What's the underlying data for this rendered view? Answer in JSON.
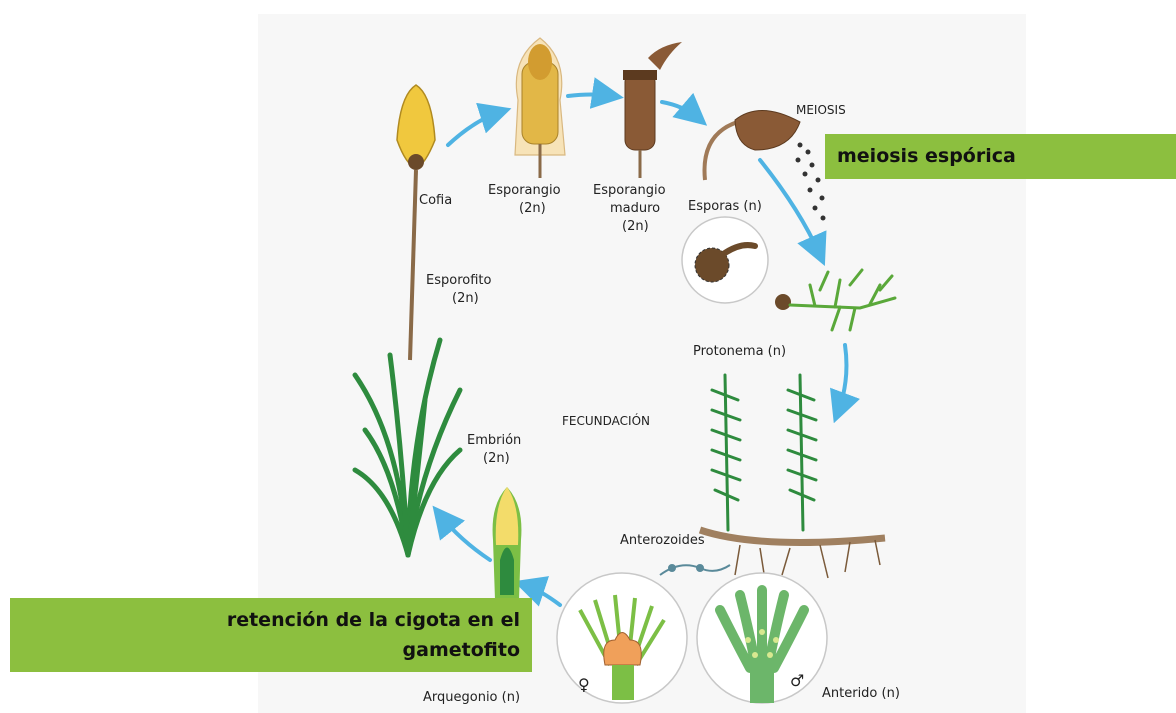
{
  "labels": {
    "cofia": "Cofia",
    "esporangio": "Esporangio",
    "esporangio_n": "(2n)",
    "esporangio_maduro_1": "Esporangio",
    "esporangio_maduro_2": "maduro",
    "esporangio_maduro_n": "(2n)",
    "meiosis": "MEIOSIS",
    "esporas": "Esporas (n)",
    "esporofito": "Esporofito",
    "esporofito_n": "(2n)",
    "protonema": "Protonema (n)",
    "fecundacion": "FECUNDACIÓN",
    "embrion": "Embrión",
    "embrion_n": "(2n)",
    "anterozoides": "Anterozoides",
    "arquegonio": "Arquegonio (n)",
    "anterido": "Anterido (n)",
    "female_symbol": "♀",
    "male_symbol": "♂"
  },
  "banners": {
    "meiosis_esporica": "meiosis espórica",
    "retencion_line1": "retención de la cigota en el",
    "retencion_line2": "gametofito"
  },
  "colors": {
    "banner": "#8cbf3f",
    "arrow": "#4fb3e3",
    "leaf": "#2e8b3e",
    "capsule_yellow": "#e8c24a",
    "capsule_brown": "#8a5a36"
  }
}
